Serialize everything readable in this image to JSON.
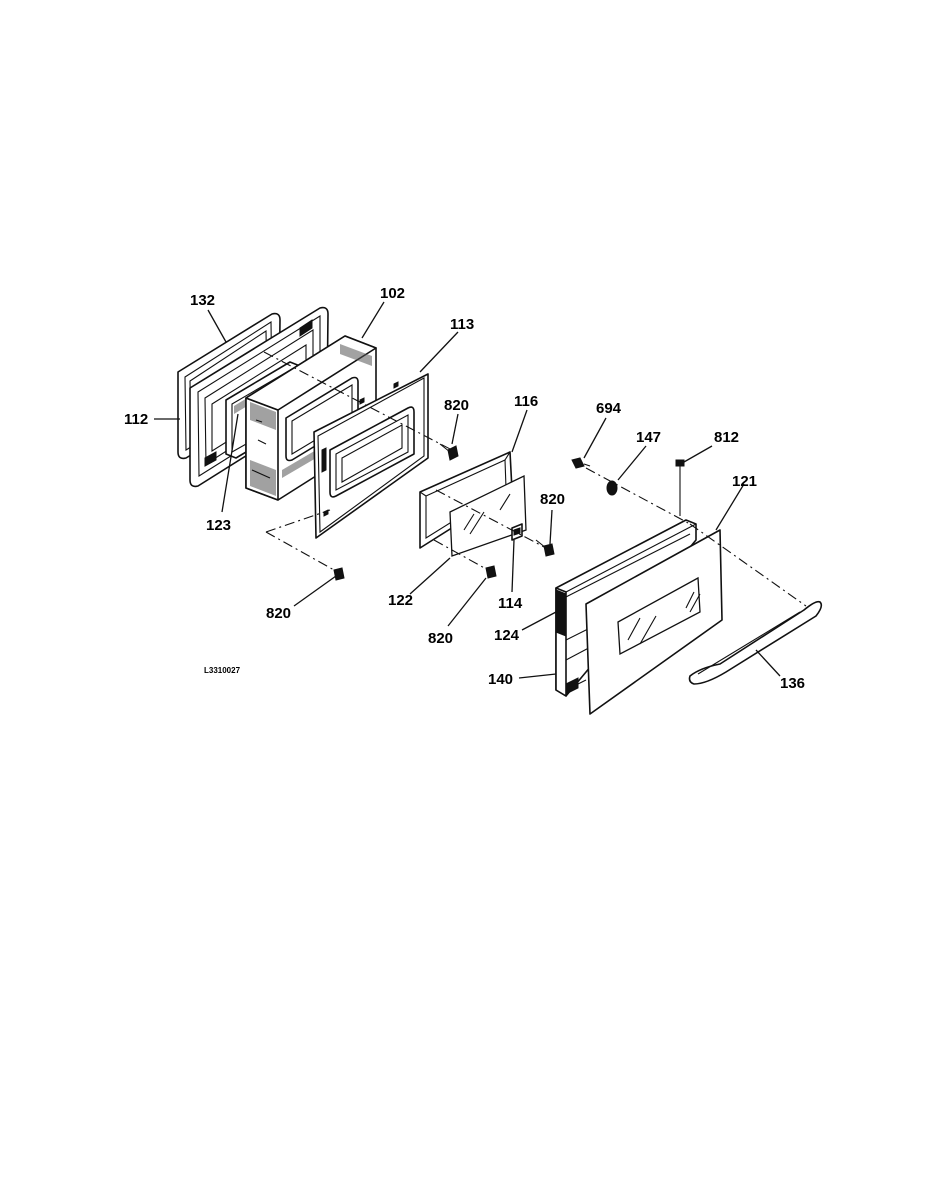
{
  "drawing_code": "L3310027",
  "callouts": {
    "c132": "132",
    "c102": "102",
    "c113": "113",
    "c112": "112",
    "c123": "123",
    "c820a": "820",
    "c116": "116",
    "c694": "694",
    "c147": "147",
    "c812": "812",
    "c121": "121",
    "c820b": "820",
    "c820c": "820",
    "c122": "122",
    "c820d": "820",
    "c114": "114",
    "c124": "124",
    "c140": "140",
    "c136": "136"
  }
}
